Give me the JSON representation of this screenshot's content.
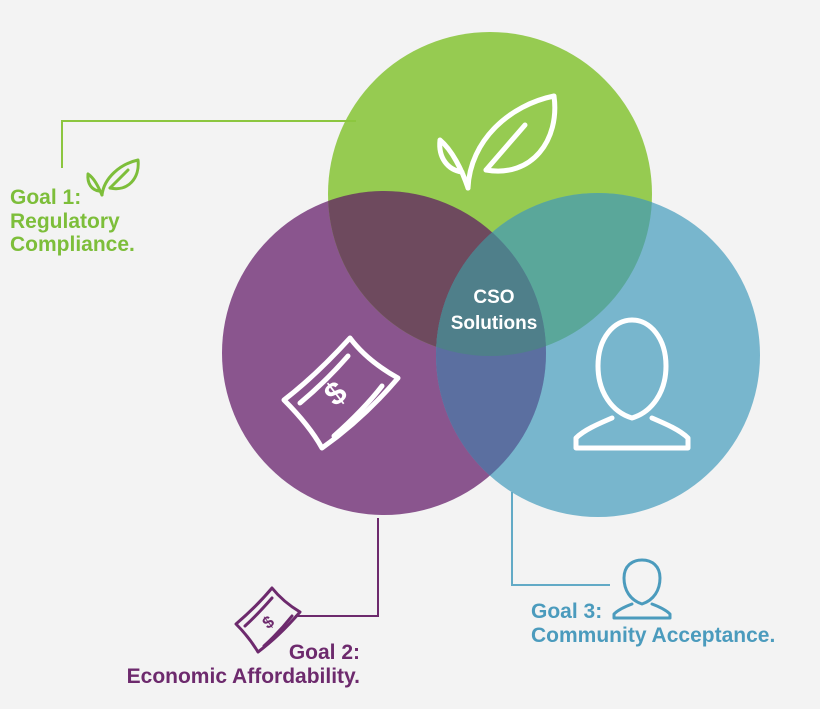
{
  "diagram": {
    "center": {
      "line1": "CSO",
      "line2": "Solutions"
    },
    "goals": [
      {
        "title": "Goal 1:",
        "subtitle_line1": "Regulatory",
        "subtitle_line2": "Compliance.",
        "color": "#7dbe3a",
        "icon": "leaf-icon"
      },
      {
        "title": "Goal 2:",
        "subtitle": "Economic Affordability.",
        "color": "#6d2a6d",
        "icon": "money-icon"
      },
      {
        "title": "Goal 3:",
        "subtitle": "Community Acceptance.",
        "color": "#4b9bbd",
        "icon": "person-icon"
      }
    ],
    "circle_colors": {
      "green": "#8cc63f",
      "purple": "#7b3f7f",
      "blue": "#62aac6"
    }
  }
}
